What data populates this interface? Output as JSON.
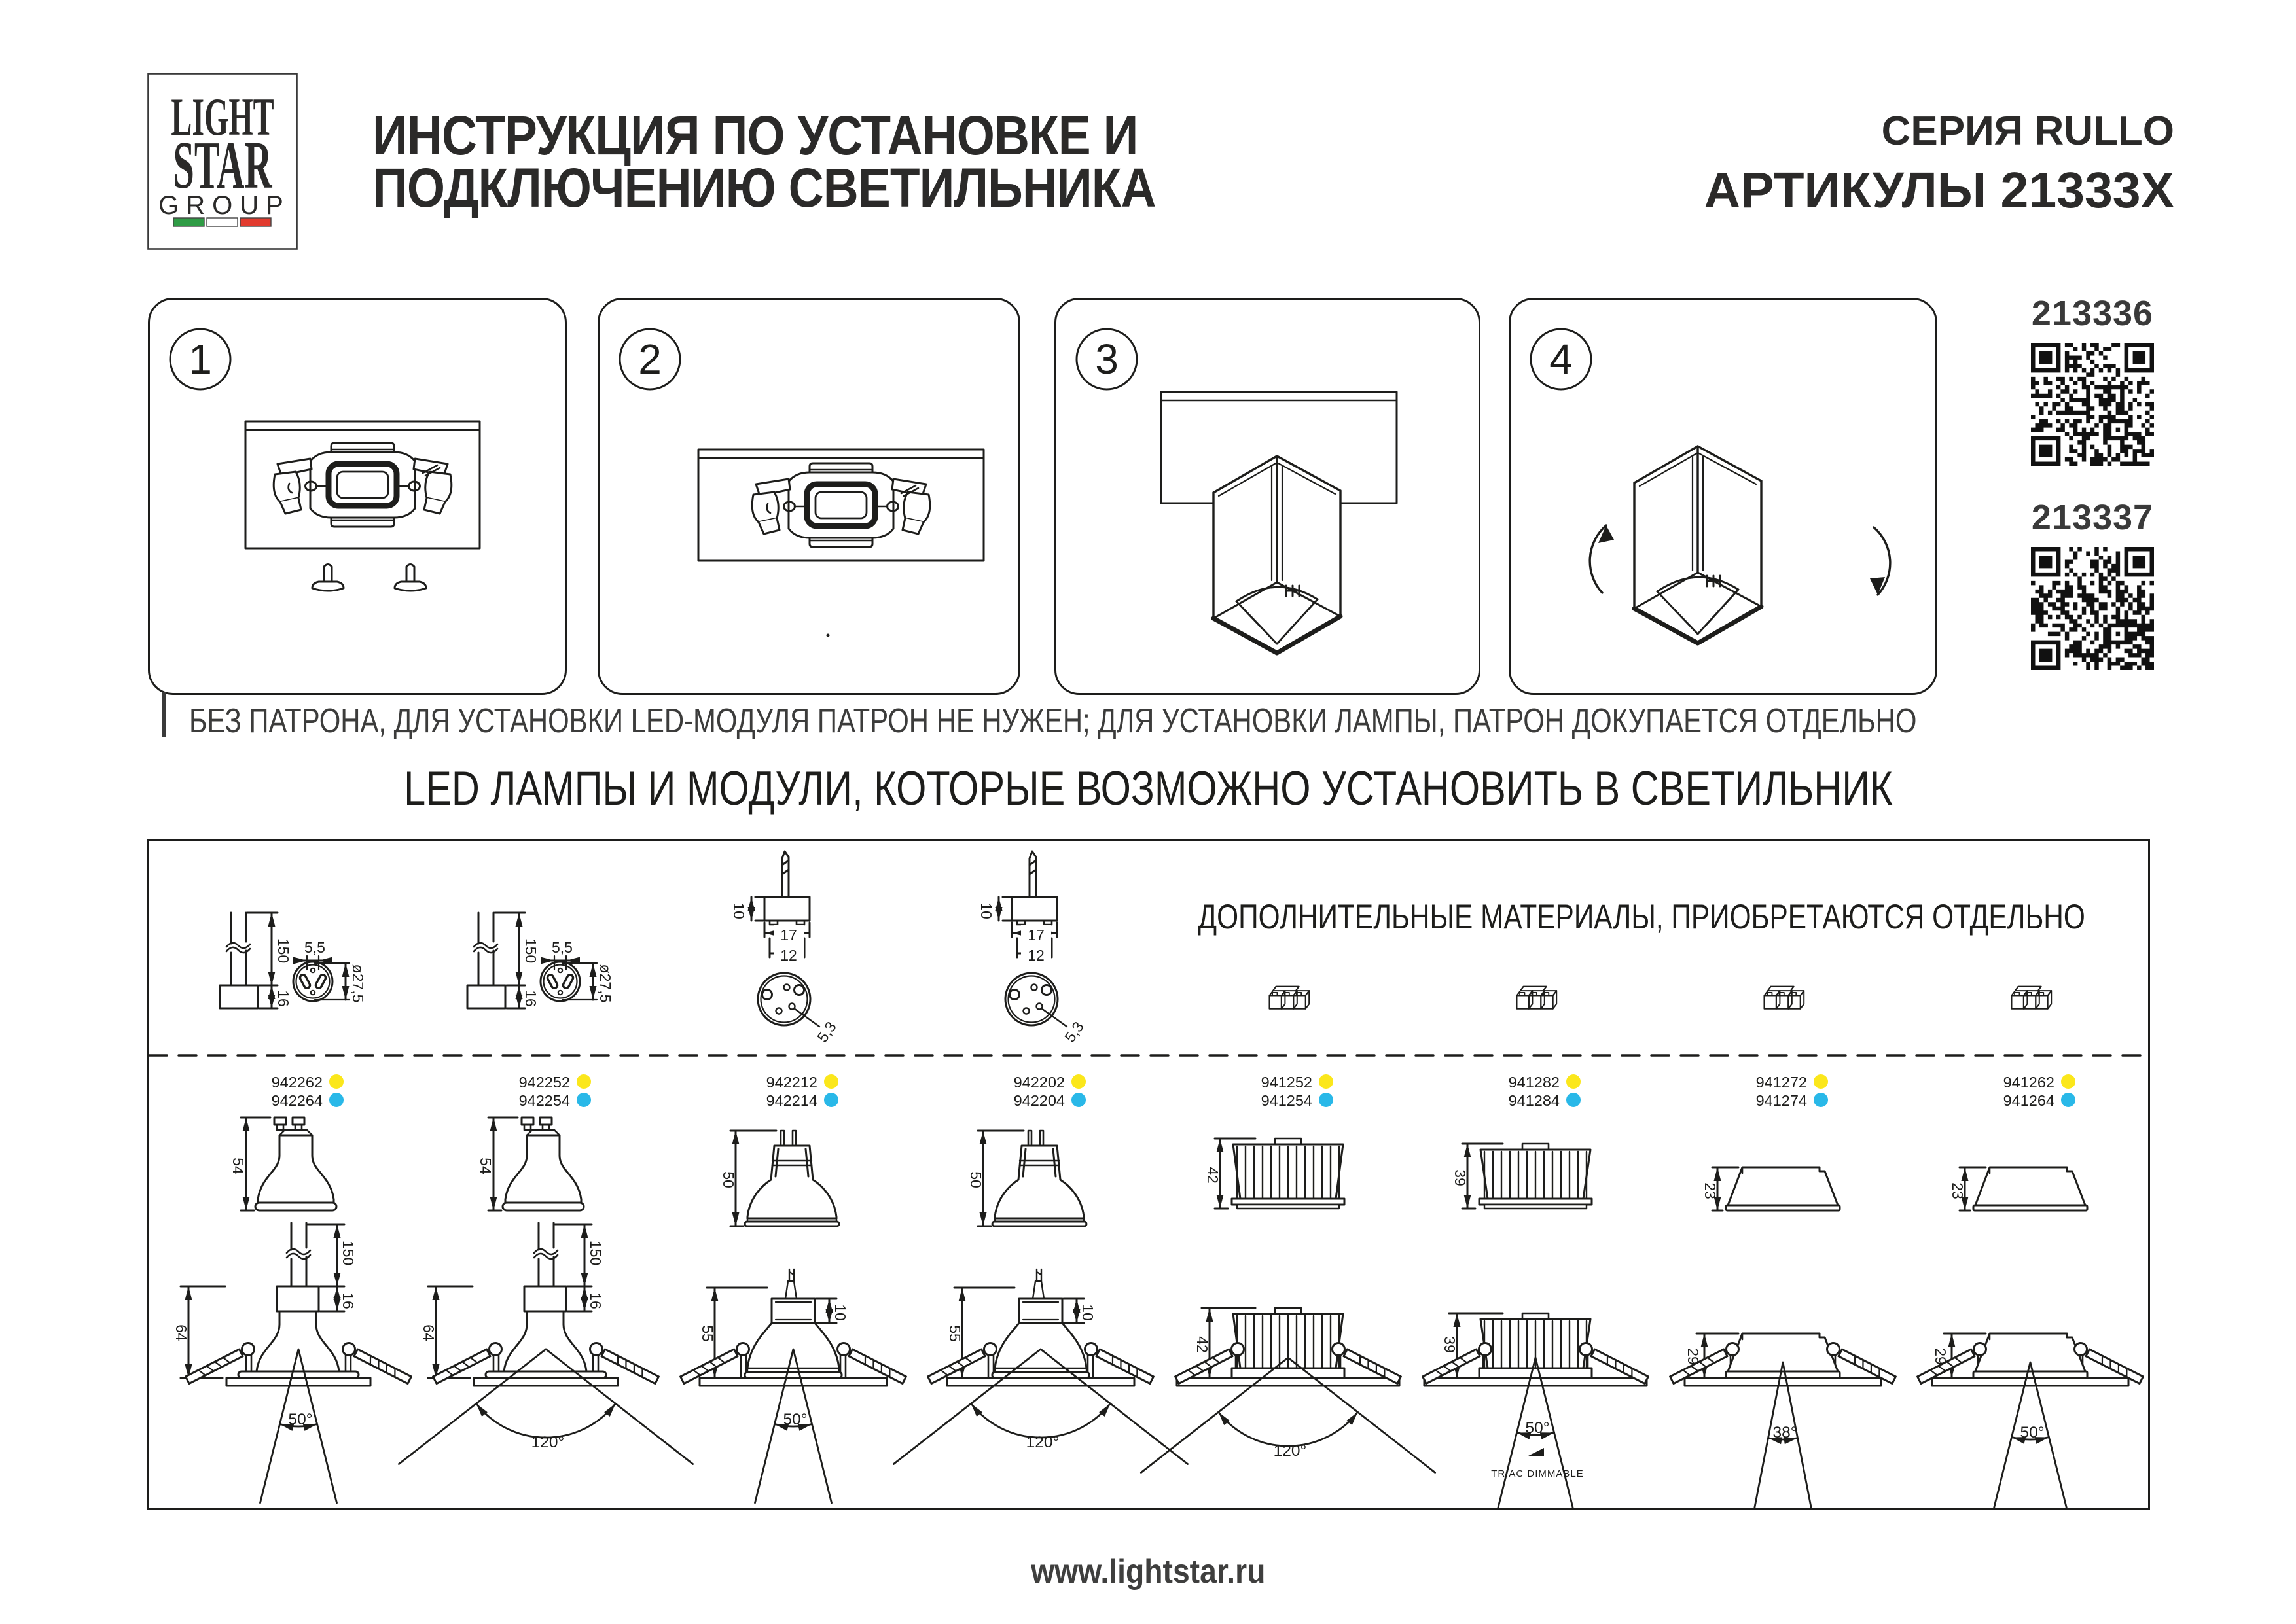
{
  "header": {
    "logo": {
      "line1": "LIGHT",
      "line2": "STAR",
      "line3": "GROUP"
    },
    "title_line1": "ИНСТРУКЦИЯ ПО УСТАНОВКЕ И",
    "title_line2": "ПОДКЛЮЧЕНИЮ СВЕТИЛЬНИКА",
    "series": "СЕРИЯ RULLO",
    "articles": "АРТИКУЛЫ 21333X"
  },
  "steps": [
    {
      "number": "1"
    },
    {
      "number": "2"
    },
    {
      "number": "3"
    },
    {
      "number": "4"
    }
  ],
  "qr_codes": [
    {
      "label": "213336"
    },
    {
      "label": "213337"
    }
  ],
  "note": "БЕЗ ПАТРОНА, ДЛЯ УСТАНОВКИ LED-МОДУЛЯ ПАТРОН НЕ НУЖЕН; ДЛЯ УСТАНОВКИ ЛАМПЫ, ПАТРОН ДОКУПАЕТСЯ ОТДЕЛЬНО",
  "led_heading": "LED ЛАМПЫ И МОДУЛИ, КОТОРЫЕ ВОЗМОЖНО УСТАНОВИТЬ В СВЕТИЛЬНИК",
  "board": {
    "additional_heading": "ДОПОЛНИТЕЛЬНЫЕ МАТЕРИАЛЫ, ПРИОБРЕТАЮТСЯ ОТДЕЛЬНО",
    "gu10_socket": {
      "wire": "150",
      "base": "16",
      "slot": "5,5",
      "dia": "ø27,5"
    },
    "g53_socket": {
      "pin": "10",
      "outer": "17",
      "inner": "12",
      "hole": "5,3"
    },
    "columns": [
      {
        "articles": [
          "942262",
          "942264"
        ],
        "lamp": "54",
        "mount": "64",
        "wire": "150",
        "socket": "16",
        "beam": "50°"
      },
      {
        "articles": [
          "942252",
          "942254"
        ],
        "lamp": "54",
        "mount": "64",
        "wire": "150",
        "socket": "16",
        "beam": "120°"
      },
      {
        "articles": [
          "942212",
          "942214"
        ],
        "lamp": "50",
        "mount": "55",
        "socket": "10",
        "beam": "50°"
      },
      {
        "articles": [
          "942202",
          "942204"
        ],
        "lamp": "50",
        "mount": "55",
        "socket": "10",
        "beam": "120°"
      },
      {
        "articles": [
          "941252",
          "941254"
        ],
        "lamp": "42",
        "mount": "42",
        "beam": "120°"
      },
      {
        "articles": [
          "941282",
          "941284"
        ],
        "lamp": "39",
        "mount": "39",
        "beam": "50°",
        "dimmable": "TRIAC DIMMABLE"
      },
      {
        "articles": [
          "941272",
          "941274"
        ],
        "lamp": "23",
        "mount": "29",
        "beam": "38°"
      },
      {
        "articles": [
          "941262",
          "941264"
        ],
        "lamp": "23",
        "mount": "29",
        "beam": "50°"
      }
    ],
    "colors": {
      "yellow": "#fbe71b",
      "blue": "#29b8e8"
    }
  },
  "footer": "www.lightstar.ru"
}
